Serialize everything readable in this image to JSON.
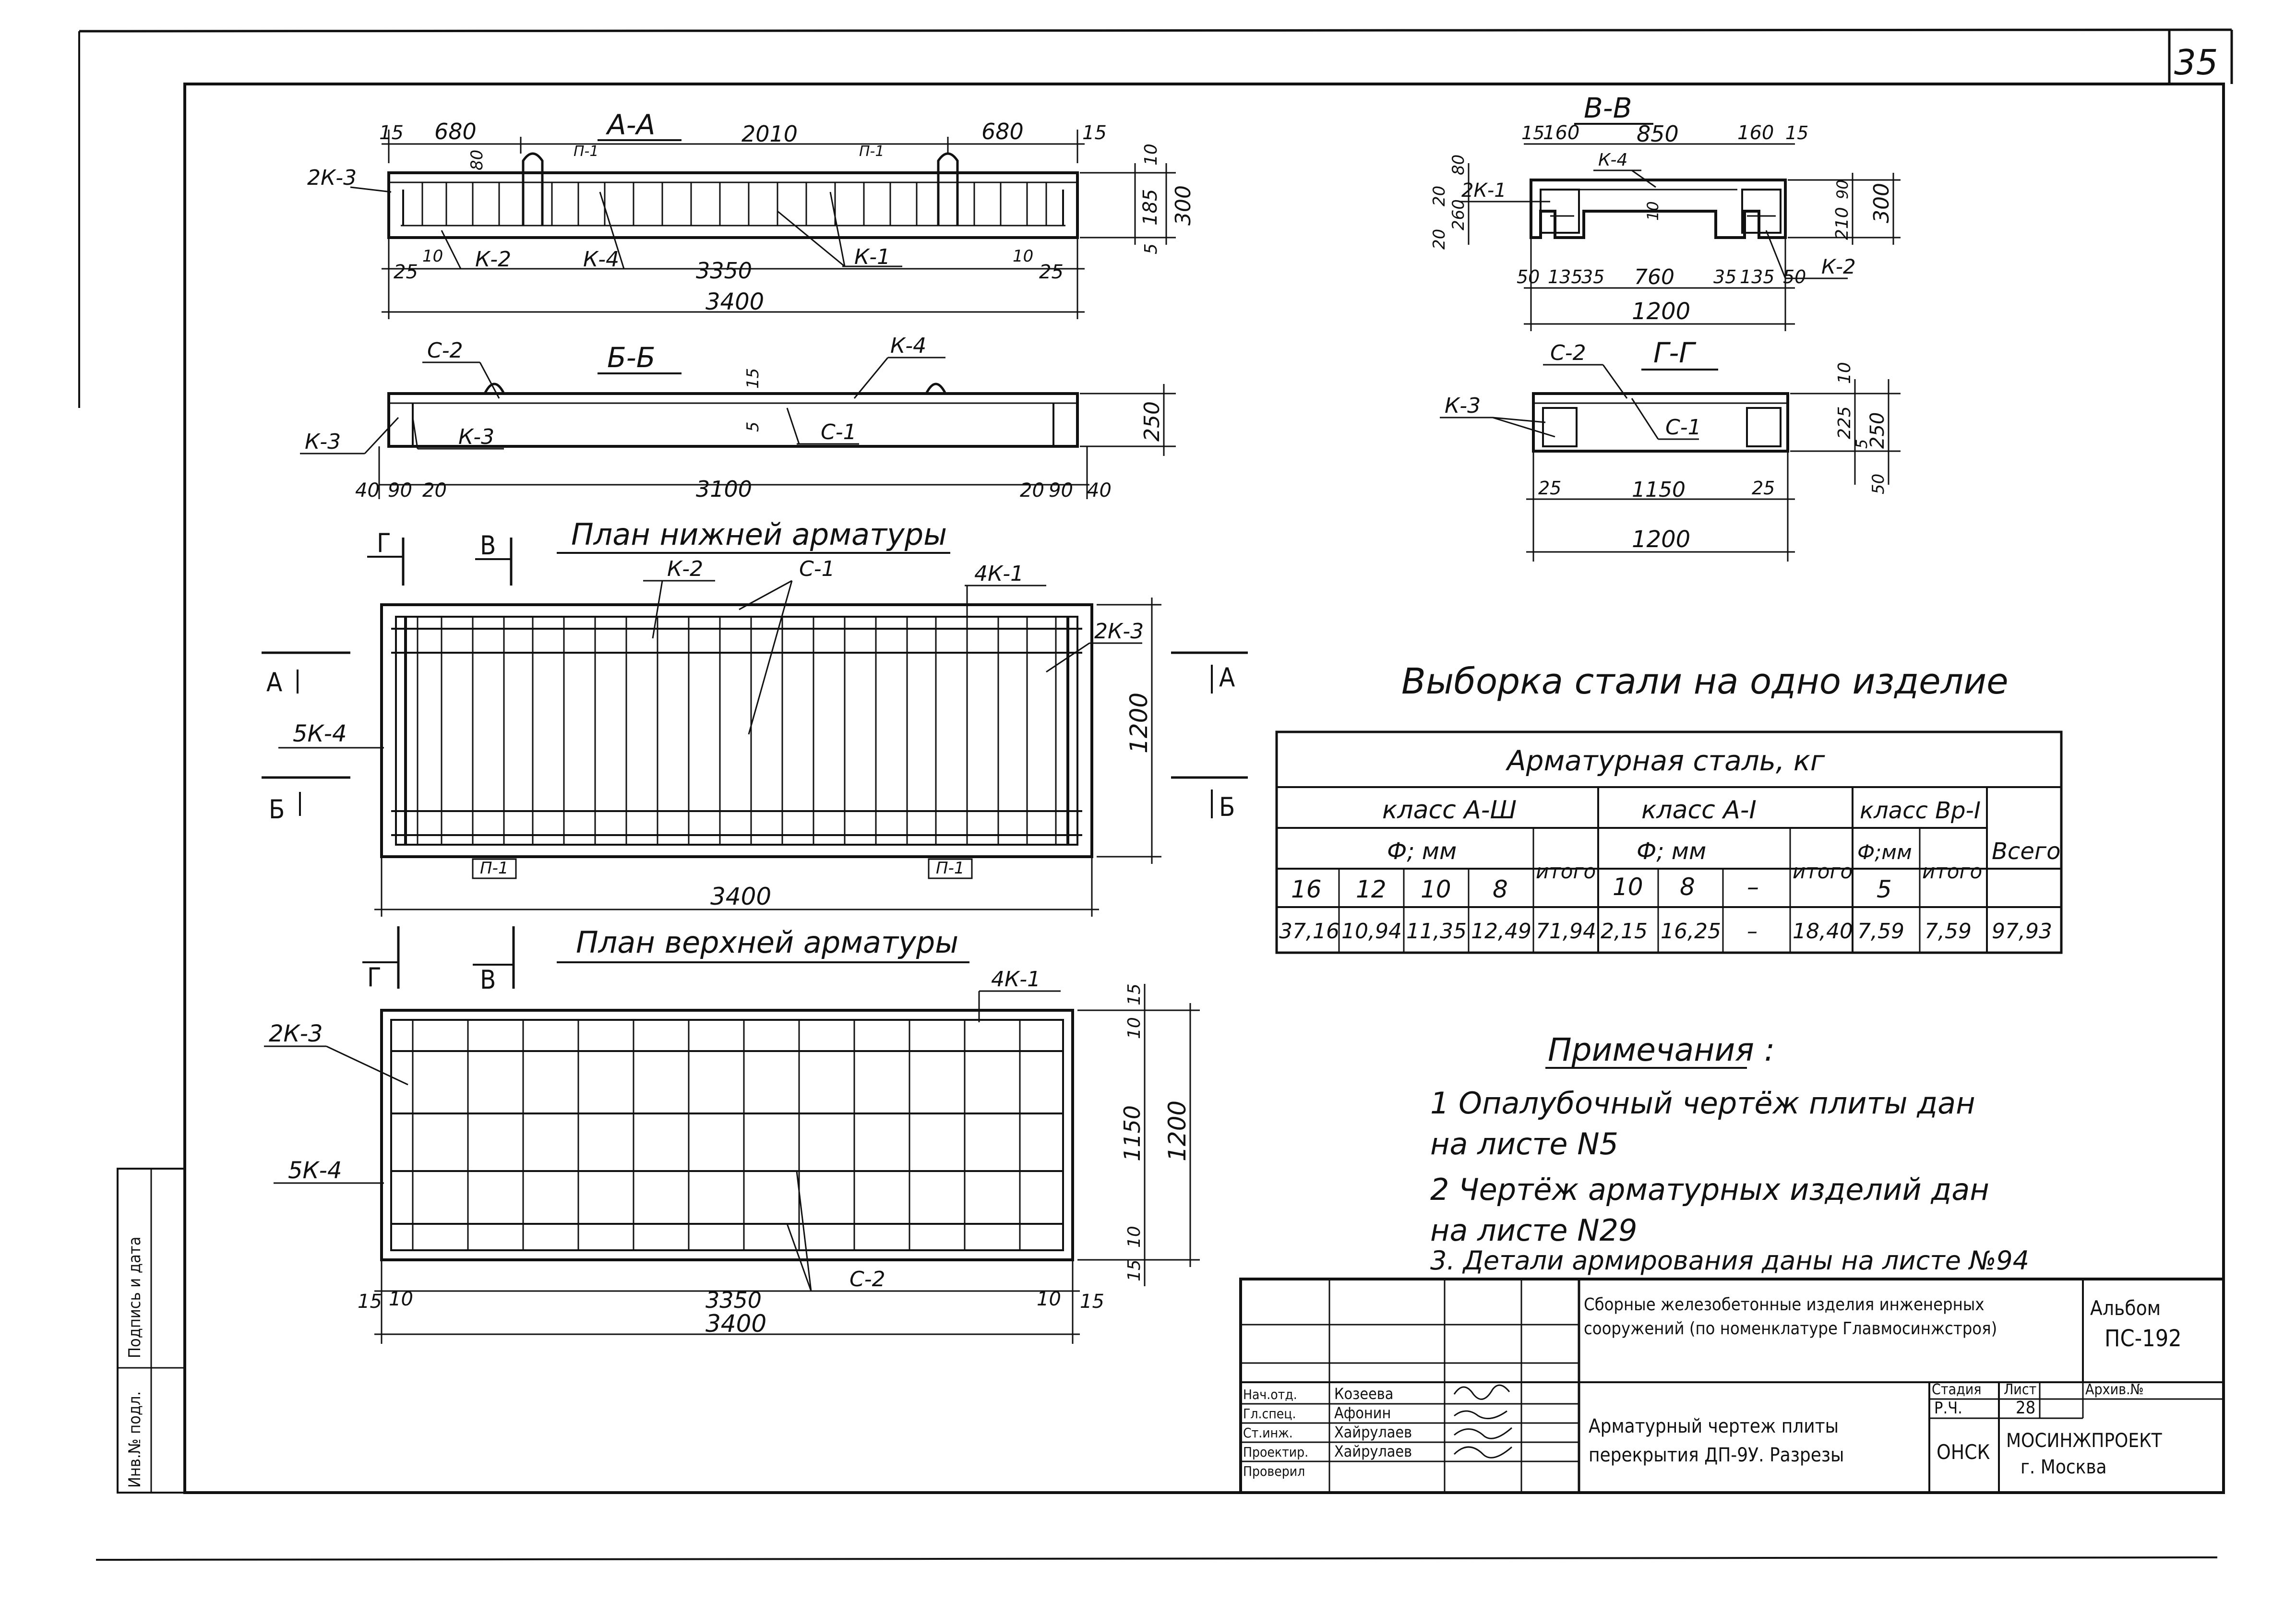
{
  "sheet": {
    "number": "35"
  },
  "sections": {
    "aa": {
      "title": "А-А",
      "top_dims": [
        "15",
        "680",
        "2010",
        "680",
        "15"
      ],
      "bottom_dims": [
        "25",
        "10",
        "3350",
        "10",
        "25"
      ],
      "total": "3400",
      "right_dims": [
        "10",
        "185",
        "5",
        "300"
      ],
      "small_dims": [
        "80"
      ],
      "labels": [
        "2К-3",
        "П-1",
        "П-1",
        "К-2",
        "К-4",
        "К-1"
      ]
    },
    "bb": {
      "title": "Б-Б",
      "bottom_dims": [
        "40",
        "90",
        "20",
        "3100",
        "20",
        "90",
        "40"
      ],
      "right_dims": [
        "250"
      ],
      "mid_dims": [
        "15",
        "5"
      ],
      "labels": [
        "С-2",
        "К-4",
        "К-3",
        "К-3",
        "С-1"
      ]
    },
    "vv": {
      "title": "В-В",
      "top_dims": [
        "15",
        "160",
        "850",
        "160",
        "15"
      ],
      "left_dims": [
        "80",
        "20",
        "260",
        "20"
      ],
      "right_dims": [
        "210",
        "90",
        "300"
      ],
      "bottom_dims": [
        "50",
        "135",
        "35",
        "760",
        "35",
        "135",
        "50"
      ],
      "total": "1200",
      "small_dims": [
        "10"
      ],
      "labels": [
        "К-4",
        "2К-1",
        "К-2"
      ]
    },
    "gg": {
      "title": "Г-Г",
      "right_dims": [
        "10",
        "225",
        "5",
        "250",
        "50"
      ],
      "bottom_dims": [
        "25",
        "1150",
        "25"
      ],
      "total": "1200",
      "labels": [
        "С-2",
        "К-3",
        "С-1"
      ]
    }
  },
  "plans": {
    "lower": {
      "title": "План нижней арматуры",
      "cut_marks": [
        "Г",
        "В",
        "А",
        "А",
        "Б",
        "Б"
      ],
      "labels": [
        "К-2",
        "С-1",
        "4К-1",
        "2К-3",
        "5К-4",
        "П-1",
        "П-1"
      ],
      "width": "3400",
      "height": "1200"
    },
    "upper": {
      "title": "План верхней арматуры",
      "cut_marks": [
        "Г",
        "В"
      ],
      "labels": [
        "4К-1",
        "2К-3",
        "5К-4",
        "С-2"
      ],
      "right_dims": [
        "15",
        "10",
        "1150",
        "10",
        "15",
        "1200"
      ],
      "bottom_dims": [
        "15",
        "10",
        "3350",
        "10",
        "15"
      ],
      "width": "3400"
    }
  },
  "steel_table": {
    "title": "Выборка стали на одно изделие",
    "header_main": "Арматурная сталь, кг",
    "class_a3": "класс А-Ш",
    "class_a1": "класс А-I",
    "class_b1": "класс Вр-I",
    "phi_mm": "Ф; мм",
    "phi_mm_short": "Ф;мм",
    "itogo": "итого",
    "vsego": "Всего",
    "diam_a3": [
      "16",
      "12",
      "10",
      "8"
    ],
    "diam_a1": [
      "10",
      "8",
      "–"
    ],
    "diam_b1": [
      "5"
    ],
    "values": [
      "37,16",
      "10,94",
      "11,35",
      "12,49",
      "71,94",
      "2,15",
      "16,25",
      "–",
      "18,40",
      "7,59",
      "7,59",
      "97,93"
    ]
  },
  "notes": {
    "title": "Примечания :",
    "items": [
      "1 Опалубочный чертёж плиты дан",
      "на листе N5",
      "2 Чертёж арматурных изделий дан",
      "на листе N29",
      "3. Детали армирования даны на листе №94"
    ]
  },
  "title_block": {
    "project": [
      "Сборные железобетонные изделия инженерных",
      "сооружений (по номенклатуре Главмосинжстроя)"
    ],
    "album_label": "Альбом",
    "album": "ПС-192",
    "drawing_title": [
      "Арматурный чертеж плиты",
      "перекрытия ДП-9У. Разрезы"
    ],
    "roles": [
      "Нач.отд.",
      "Гл.спец.",
      "Ст.инж.",
      "Проектир.",
      "Проверил"
    ],
    "names": [
      "Козеева",
      "Афонин",
      "Хайрулаев",
      "Хайрулаев",
      ""
    ],
    "stage_label": "Стадия",
    "stage": "Р.Ч.",
    "sheet_label": "Лист",
    "sheet": "28",
    "archive_label": "Архив.№",
    "dept": "ОНСК",
    "org": [
      "МОСИНЖПРОЕКТ",
      "г. Москва"
    ]
  },
  "side_stamp": [
    "Инв.№ подл.",
    "Подпись и дата"
  ]
}
